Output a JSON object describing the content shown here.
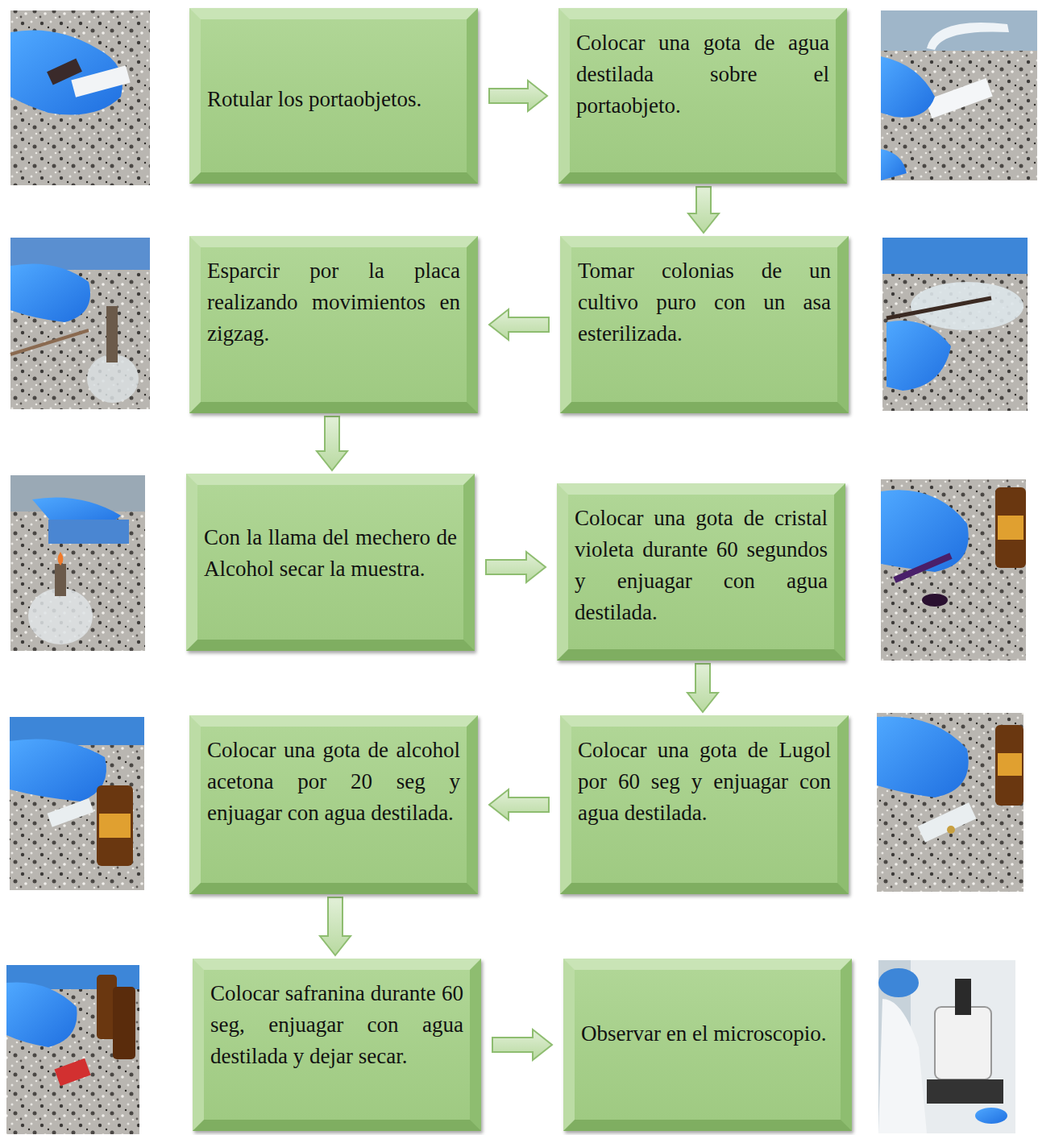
{
  "diagram": {
    "nodes": [
      {
        "text": [
          "Rotular los portaobjetos."
        ]
      },
      {
        "text": [
          "Colocar una gota de agua destilada sobre el portaobjeto."
        ]
      },
      {
        "text": [
          "Esparcir por la placa realizando movimientos en zigzag."
        ]
      },
      {
        "text": [
          "Tomar colonias de un cultivo puro con un asa esterilizada."
        ]
      },
      {
        "text": [
          "Con la llama del mechero de Alcohol secar la muestra."
        ]
      },
      {
        "text": [
          "Colocar una gota de cristal violeta durante 60 segundos y enjuagar con agua destilada."
        ]
      },
      {
        "text": [
          "Colocar una gota de alcohol acetona por 20 seg y enjuagar con agua destilada."
        ]
      },
      {
        "text": [
          "Colocar una gota de Lugol por 60 seg y enjuagar con agua destilada."
        ]
      },
      {
        "text": [
          "Colocar safranina durante 60 seg, enjuagar con agua destilada y dejar secar."
        ]
      },
      {
        "text": [
          "Observar en el microscopio."
        ]
      }
    ],
    "edges": [
      {
        "from": 0,
        "to": 1,
        "arrow": "to"
      },
      {
        "from": 1,
        "to": 3,
        "arrow": "to"
      },
      {
        "from": 3,
        "to": 2,
        "arrow": "to"
      },
      {
        "from": 2,
        "to": 4,
        "arrow": "to"
      },
      {
        "from": 4,
        "to": 5,
        "arrow": "to"
      },
      {
        "from": 5,
        "to": 7,
        "arrow": "to"
      },
      {
        "from": 7,
        "to": 6,
        "arrow": "to"
      },
      {
        "from": 6,
        "to": 8,
        "arrow": "to"
      },
      {
        "from": 8,
        "to": 9,
        "arrow": "to"
      }
    ]
  }
}
